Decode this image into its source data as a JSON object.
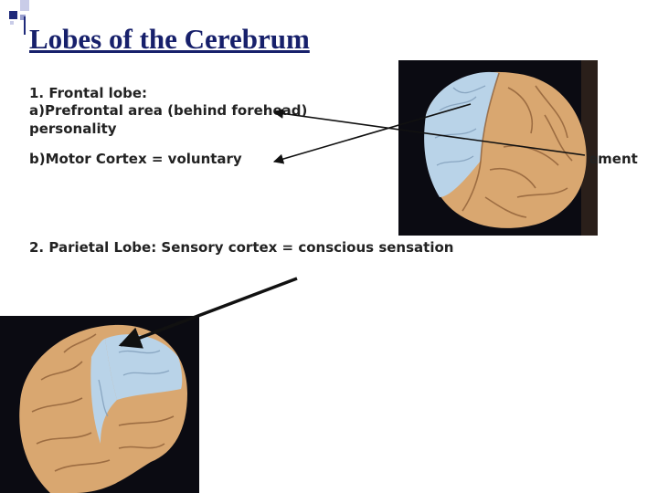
{
  "slide": {
    "title": "Lobes of the Cerebrum",
    "frontal_heading": "1. Frontal lobe:",
    "prefrontal_line1": "a)Prefrontal area (behind forehead)",
    "prefrontal_line2": "personality",
    "motor_cortex": "b)Motor Cortex  = voluntary",
    "motor_cortex_continuation": "ement",
    "parietal": "2. Parietal Lobe:  Sensory cortex = conscious sensation"
  },
  "colors": {
    "title": "#17206b",
    "highlight_lobe": "#b9d3e8",
    "brain": "#d9a770",
    "photo_background": "#0b0b12"
  }
}
